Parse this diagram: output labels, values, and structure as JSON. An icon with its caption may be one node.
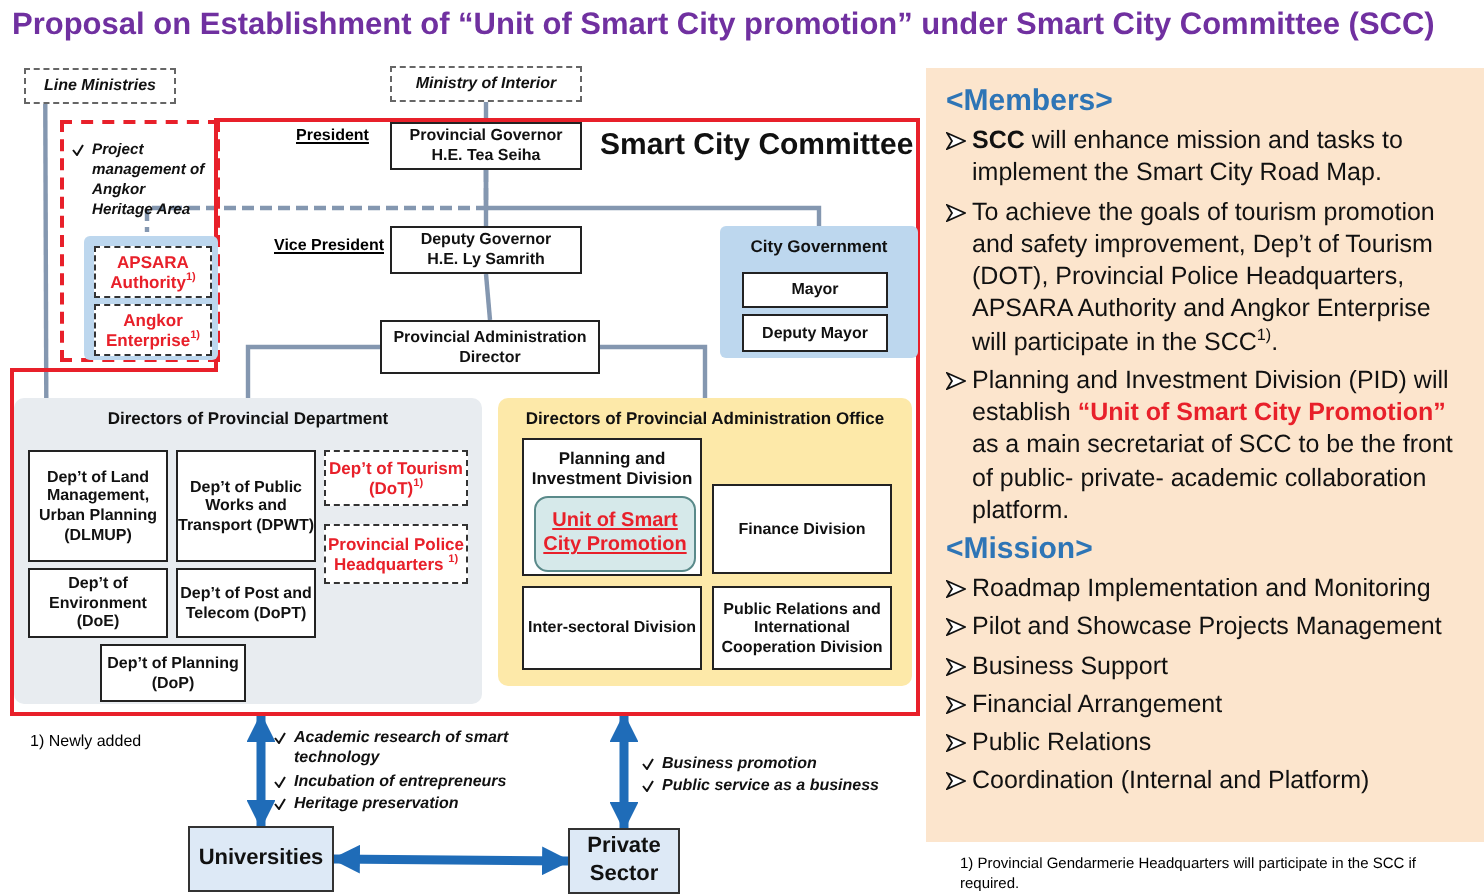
{
  "diagram": {
    "title": "Proposal on Establishment of “Unit of Smart City promotion” under Smart City Committee (SCC)",
    "nodes": [
      {
        "text": [
          "Smart City Committee"
        ]
      },
      {
        "text": [
          "Line Ministries"
        ]
      },
      {
        "text": [
          "Ministry of Interior"
        ]
      },
      {
        "text": [
          "Project management of Angkor Heritage Area"
        ]
      },
      {
        "text": [],
        "shape": "box",
        "in": 3
      },
      {
        "text": [
          "APSARA Authority$^{1)}$"
        ],
        "in": 4
      },
      {
        "text": [
          "Angkor Enterprise$^{1)}$"
        ],
        "in": 4
      },
      {
        "text": [
          "Provincial Governor",
          "H.E. Tea Seiha"
        ],
        "beside": [
          "President"
        ],
        "in": 0
      },
      {
        "text": [
          "Deputy Governor",
          "H.E. Ly Samrith"
        ],
        "beside": [
          "Vice President"
        ],
        "in": 0
      },
      {
        "text": [
          "Provincial Administration Director"
        ],
        "in": 0
      },
      {
        "text": [
          "City Government"
        ],
        "in": 0
      },
      {
        "text": [
          "Mayor"
        ],
        "in": 10
      },
      {
        "text": [
          "Deputy Mayor"
        ],
        "in": 10
      },
      {
        "text": [
          "Directors of Provincial Department"
        ],
        "in": 0
      },
      {
        "text": [
          "Dep’t of Land Management, Urban Planning (DLMUP)"
        ],
        "in": 13
      },
      {
        "text": [
          "Dep’t of Public Works and Transport (DPWT)"
        ],
        "in": 13
      },
      {
        "text": [
          "Dep’t of Tourism (DoT)$^{1)}$"
        ],
        "in": 13
      },
      {
        "text": [
          "Provincial Police Headquarters $^{1)}$"
        ],
        "in": 13
      },
      {
        "text": [
          "Dep’t of Environment (DoE)"
        ],
        "in": 13
      },
      {
        "text": [
          "Dep’t of Post and Telecom (DoPT)"
        ],
        "in": 13
      },
      {
        "text": [
          "Dep’t of Planning (DoP)"
        ],
        "in": 13
      },
      {
        "text": [
          "Directors of Provincial Administration Office"
        ],
        "in": 0
      },
      {
        "text": [
          "Planning and Investment Division"
        ],
        "in": 21
      },
      {
        "text": [
          "Unit of Smart City Promotion"
        ],
        "in": 22
      },
      {
        "text": [
          "Finance Division"
        ],
        "in": 21
      },
      {
        "text": [
          "Inter-sectoral Division"
        ],
        "in": 21
      },
      {
        "text": [
          "Public Relations and International Cooperation Division"
        ],
        "in": 21
      },
      {
        "text": [
          "Universities"
        ]
      },
      {
        "text": [
          "Private Sector"
        ]
      }
    ],
    "edges": [
      {
        "from": 1,
        "to": 13,
        "arrow": "none"
      },
      {
        "from": 2,
        "to": 7,
        "arrow": "none"
      },
      {
        "from": 7,
        "to": 8,
        "arrow": "none"
      },
      {
        "from": 7,
        "to": 10,
        "arrow": "none"
      },
      {
        "from": 7,
        "to": 4,
        "arrow": "none",
        "style": "dashed"
      },
      {
        "from": 8,
        "to": 9,
        "arrow": "none"
      },
      {
        "from": 9,
        "to": 13,
        "arrow": "none"
      },
      {
        "from": 9,
        "to": 21,
        "arrow": "none"
      },
      {
        "from": 0,
        "to": 27,
        "arrow": "both",
        "style": "thick",
        "color": "#1f6cb8"
      },
      {
        "from": 0,
        "to": 28,
        "arrow": "both",
        "style": "thick",
        "color": "#1f6cb8"
      },
      {
        "from": 27,
        "to": 28,
        "arrow": "both",
        "style": "thick",
        "color": "#1f6cb8"
      }
    ],
    "labels": [
      "1) Newly added",
      "Academic research of smart technology",
      "Incubation of entrepreneurs",
      "Heritage preservation",
      "Business promotion",
      "Public service as a business",
      "<Members>",
      "**SCC** will enhance mission and tasks to implement the Smart City Road Map.",
      "To achieve the goals of tourism promotion and safety improvement, Dep’t of Tourism (DOT), Provincial Police Headquarters, APSARA Authority and Angkor Enterprise will participate in the SCC$^{1)}$.",
      "Planning and Investment Division (PID) will establish **“Unit of Smart City Promotion”** as a main secretariat of SCC to be the front of public- private- academic collaboration platform.",
      "<Mission>",
      "Roadmap Implementation and Monitoring",
      "Pilot and Showcase Projects Management",
      "Business Support",
      "Financial Arrangement",
      "Public Relations",
      "Coordination (Internal and Platform)",
      "1) Provincial Gendarmerie Headquarters will participate in the SCC if required."
    ]
  }
}
